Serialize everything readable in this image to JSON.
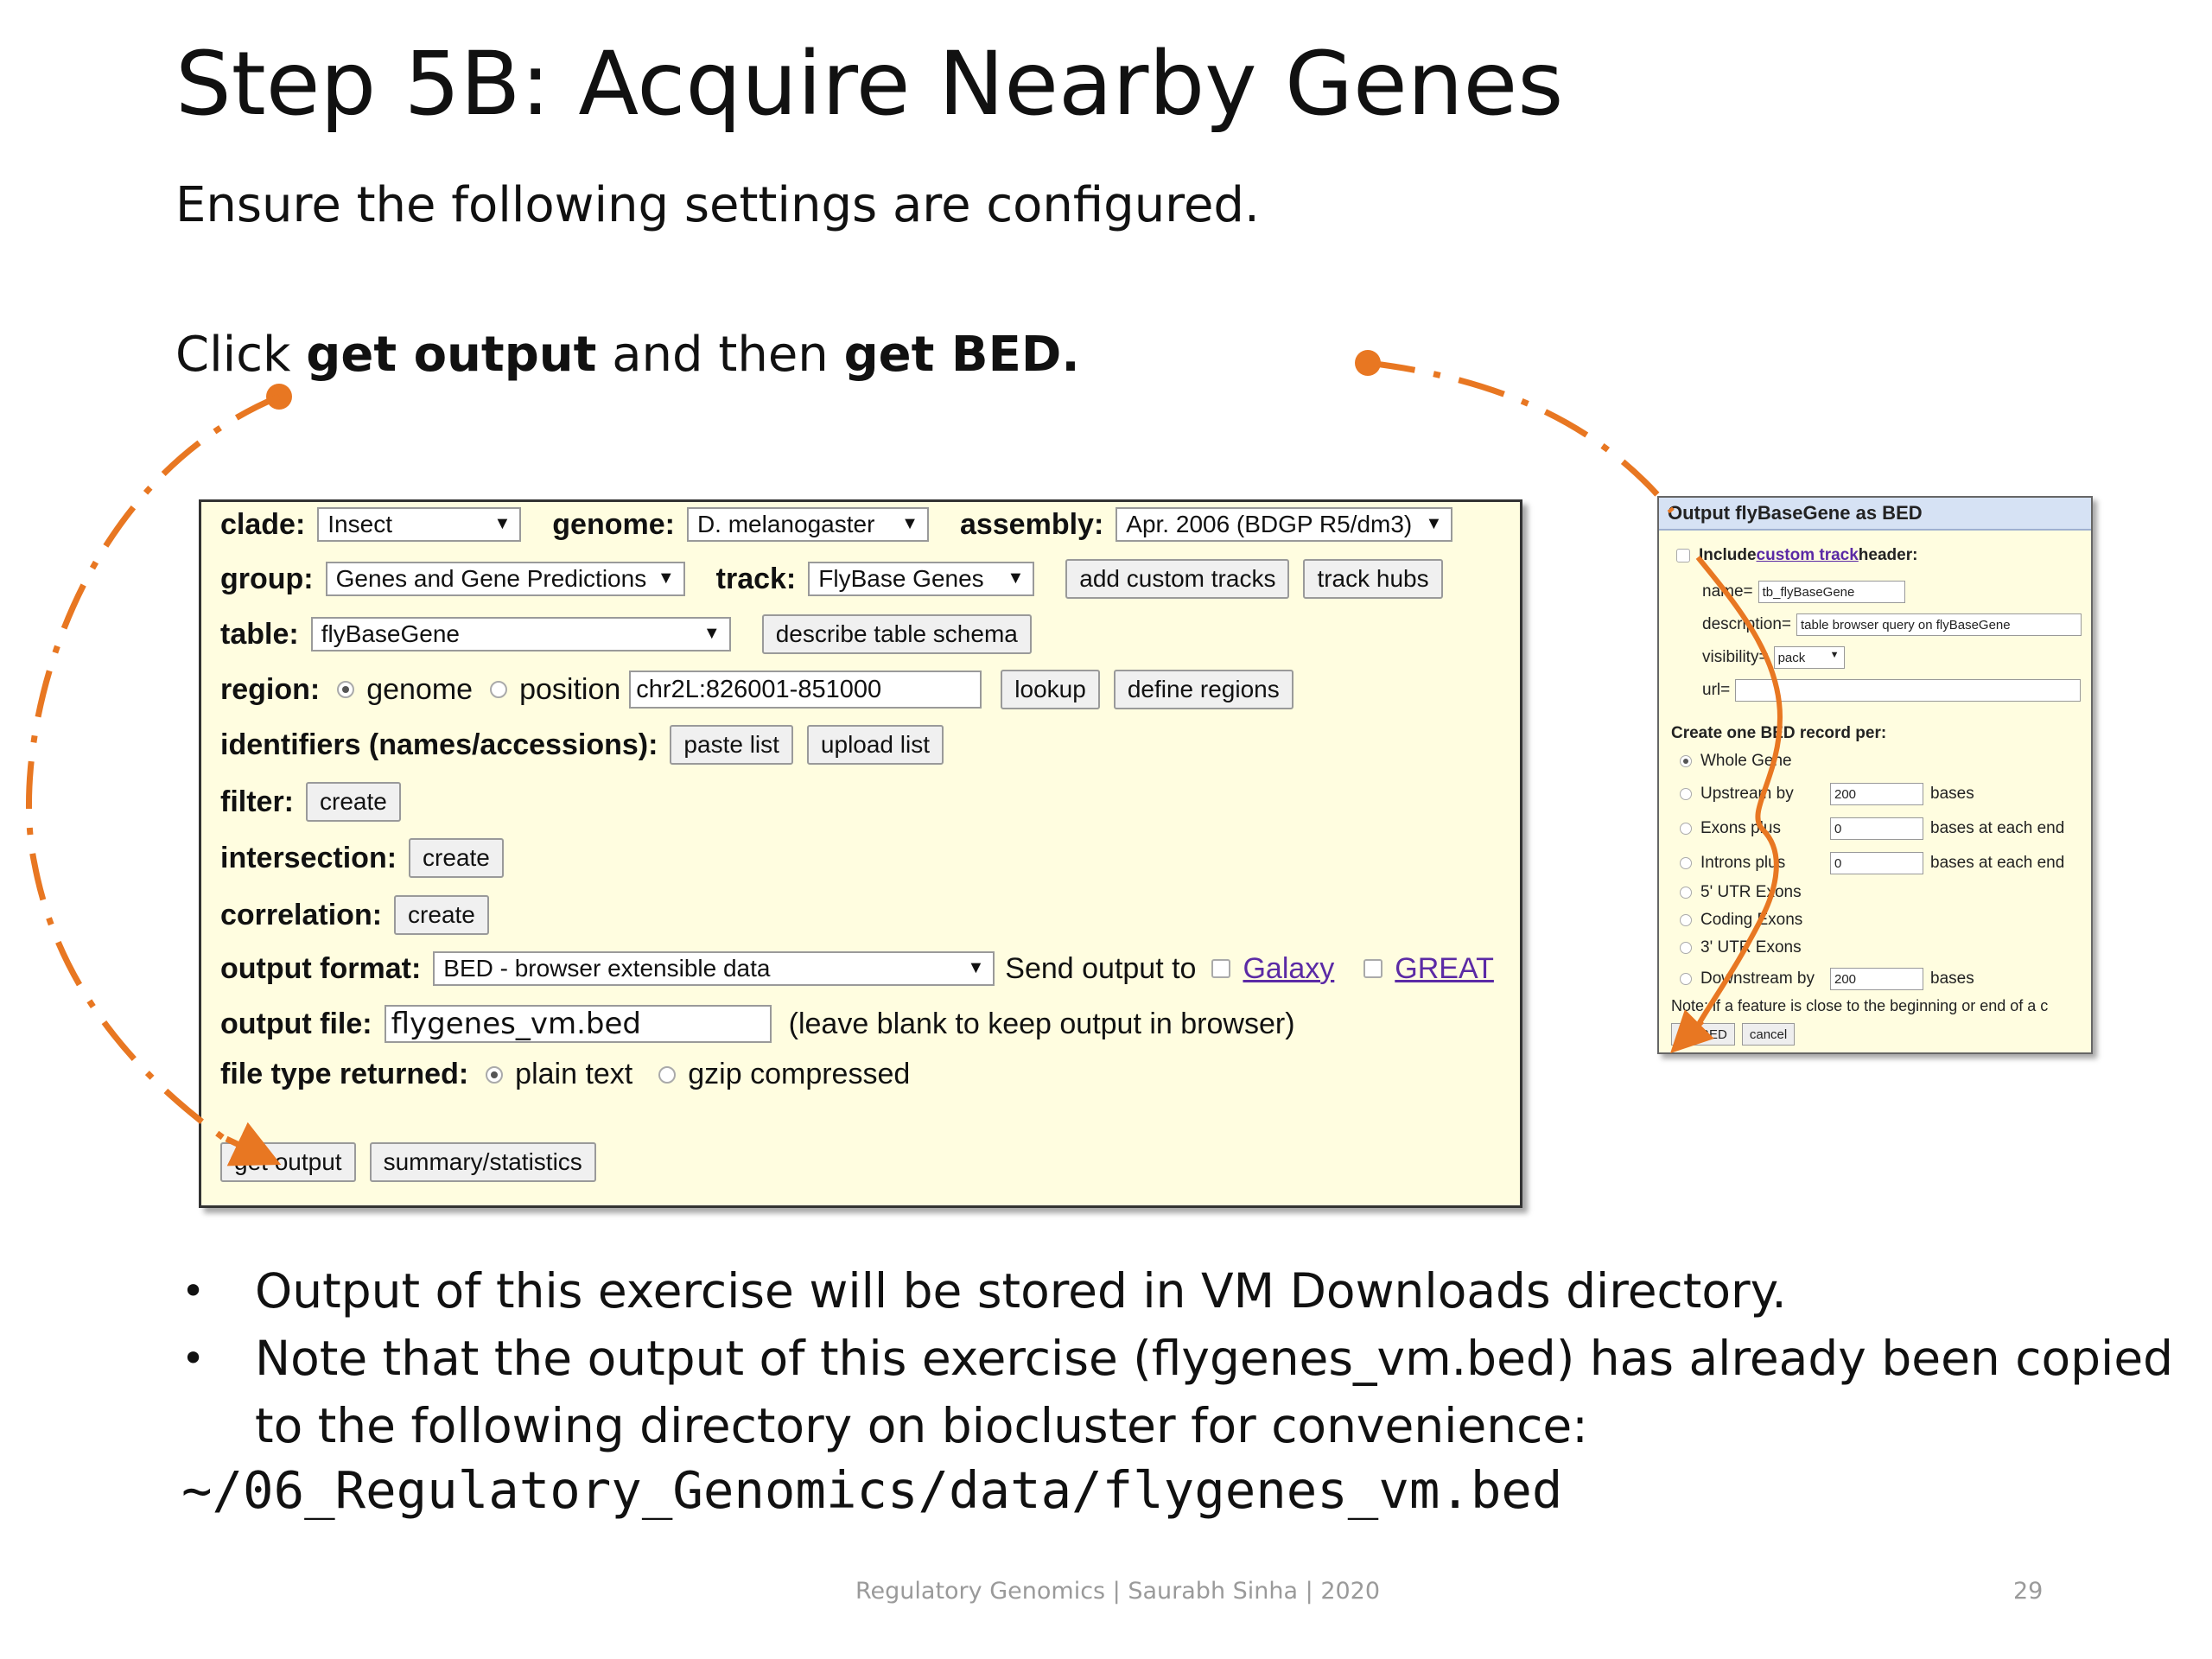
{
  "slide": {
    "title": "Step 5B: Acquire Nearby Genes",
    "subtitle": "Ensure the following settings are configured.",
    "instruction_prefix": "Click ",
    "instruction_bold1": "get output",
    "instruction_mid": " and then ",
    "instruction_bold2": "get BED."
  },
  "form": {
    "clade_label": "clade:",
    "clade_value": "Insect",
    "genome_label": "genome:",
    "genome_value": "D. melanogaster",
    "assembly_label": "assembly:",
    "assembly_value": "Apr. 2006 (BDGP R5/dm3)",
    "group_label": "group:",
    "group_value": "Genes and Gene Predictions",
    "track_label": "track:",
    "track_value": "FlyBase Genes",
    "add_custom_tracks": "add custom tracks",
    "track_hubs": "track hubs",
    "table_label": "table:",
    "table_value": "flyBaseGene",
    "describe_schema": "describe table schema",
    "region_label": "region:",
    "region_genome": "genome",
    "region_position": "position",
    "position_value": "chr2L:826001-851000",
    "lookup": "lookup",
    "define_regions": "define regions",
    "identifiers_label": "identifiers (names/accessions):",
    "paste_list": "paste list",
    "upload_list": "upload list",
    "filter_label": "filter:",
    "intersection_label": "intersection:",
    "correlation_label": "correlation:",
    "create": "create",
    "output_format_label": "output format:",
    "output_format_value": "BED - browser extensible data",
    "send_output_to": "Send output to",
    "galaxy": "Galaxy",
    "great": "GREAT",
    "output_file_label": "output file:",
    "output_file_value": "flygenes_vm.bed",
    "output_file_hint": "(leave blank to keep output in browser)",
    "file_type_label": "file type returned:",
    "plain_text": "plain text",
    "gzip": "gzip compressed",
    "get_output": "get output",
    "summary": "summary/statistics"
  },
  "bed_dialog": {
    "title": "Output flyBaseGene as BED",
    "include_prefix": "Include ",
    "custom_track": "custom track",
    "include_suffix": " header:",
    "name_label": "name=",
    "name_value": "tb_flyBaseGene",
    "description_label": "description=",
    "description_value": "table browser query on flyBaseGene",
    "visibility_label": "visibility=",
    "visibility_value": "pack",
    "url_label": "url=",
    "create_one": "Create one BED record per:",
    "whole_gene": "Whole Gene",
    "upstream_by": "Upstream by",
    "upstream_value": "200",
    "bases": "bases",
    "exons_plus": "Exons plus",
    "introns_plus": "Introns plus",
    "zero": "0",
    "bases_each_end": "bases at each end",
    "utr5": "5' UTR Exons",
    "coding_exons": "Coding Exons",
    "utr3": "3' UTR Exons",
    "downstream_by": "Downstream by",
    "downstream_value": "200",
    "note": "Note: if a feature is close to the beginning or end of a c",
    "get_bed": "get BED",
    "cancel": "cancel"
  },
  "bullets": [
    "Output of this exercise will be stored in VM Downloads directory.",
    "Note that the output of this exercise (flygenes_vm.bed) has already been copied to the following directory on biocluster for convenience:"
  ],
  "path": "~/06_Regulatory_Genomics/data/flygenes_vm.bed",
  "footer": "Regulatory Genomics  |  Saurabh Sinha | 2020",
  "page_number": "29",
  "colors": {
    "arrow": "#e87722",
    "panel_bg": "#fffde0",
    "link": "#5b2aa5"
  }
}
